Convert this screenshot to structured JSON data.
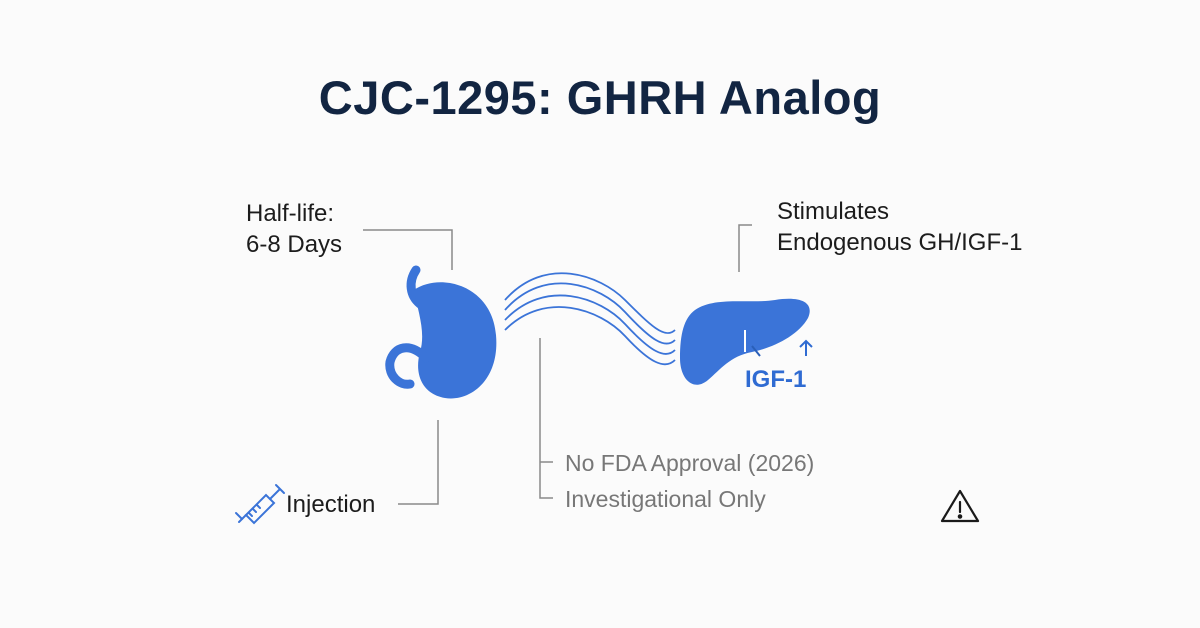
{
  "title": "CJC-1295: GHRH Analog",
  "half_life": {
    "line1": "Half-life:",
    "line2": "6-8 Days"
  },
  "stimulates": {
    "line1": "Stimulates",
    "line2": "Endogenous GH/IGF-1"
  },
  "injection": {
    "label": "Injection"
  },
  "regulatory": {
    "line1": "No FDA Approval (2026)",
    "line2": "Investigational Only"
  },
  "igf": {
    "label": "IGF-1"
  },
  "icons": [
    "stomach-icon",
    "liver-icon",
    "syringe-icon",
    "warning-icon",
    "up-arrow-icon"
  ],
  "colors": {
    "title": "#122542",
    "organ": "#3b74d8",
    "lines": "#888888",
    "igf": "#2f6bd2"
  }
}
